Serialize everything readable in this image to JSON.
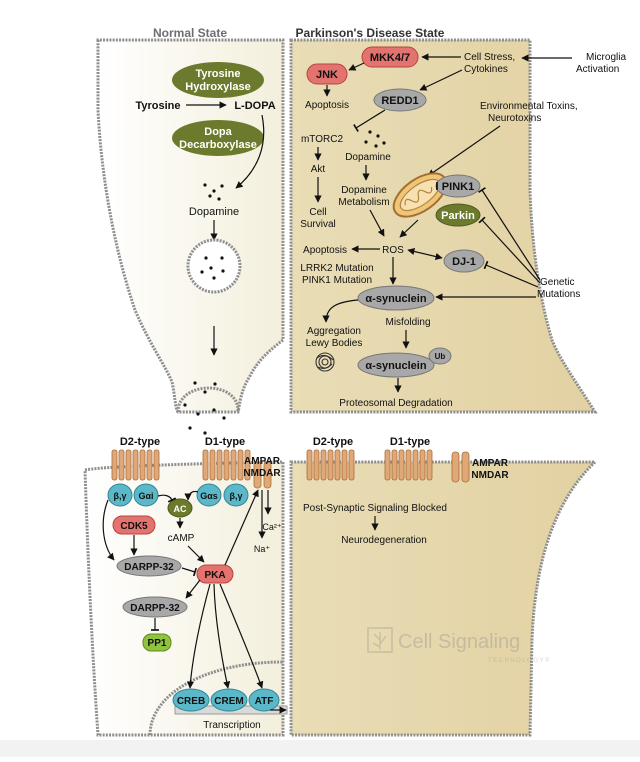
{
  "headers": {
    "normal": "Normal State",
    "pd": "Parkinson's Disease State"
  },
  "left": {
    "tyrosine_hydroxylase": [
      "Tyrosine",
      "Hydroxylase"
    ],
    "tyrosine": "Tyrosine",
    "ldopa": "L-DOPA",
    "dopa_decarboxylase": [
      "Dopa",
      "Decarboxylase"
    ],
    "dopamine": "Dopamine"
  },
  "right": {
    "mkk": "MKK4/7",
    "cell_stress": [
      "Cell Stress,",
      "Cytokines"
    ],
    "microglia": [
      "Microglia",
      "Activation"
    ],
    "jnk": "JNK",
    "apoptosis_top": "Apoptosis",
    "redd1": "REDD1",
    "env_toxins": [
      "Environmental Toxins,",
      "Neurotoxins"
    ],
    "mtorc2": "mTORC2",
    "dopamine": "Dopamine",
    "akt": "Akt",
    "dopamine_metabolism": [
      "Dopamine",
      "Metabolism"
    ],
    "pink1": "PINK1",
    "parkin": "Parkin",
    "cell_survival": [
      "Cell",
      "Survival"
    ],
    "apoptosis": "Apoptosis",
    "ros": "ROS",
    "dj1": "DJ-1",
    "genetic_mutations": [
      "Genetic",
      "Mutations"
    ],
    "lrrk2_mutation": [
      "LRRK2 Mutation",
      "PINK1 Mutation"
    ],
    "alpha_synuclein": "α-synuclein",
    "misfolding": "Misfolding",
    "aggregation": [
      "Aggregation",
      "Lewy Bodies"
    ],
    "alpha_synuclein_ub": "α-synuclein",
    "ub": "Ub",
    "proteosomal": "Proteosomal Degradation"
  },
  "post_left": {
    "d2_type": "D2-type",
    "d1_type": "D1-type",
    "ampar_nmdar": [
      "AMPAR",
      "NMDAR"
    ],
    "bg1": "β,γ",
    "gai": "Gαi",
    "ac": "AC",
    "gas": "Gαs",
    "bg2": "β,γ",
    "cdk5": "CDK5",
    "camp": "cAMP",
    "ca": "Ca²⁺",
    "na": "Na⁺",
    "darpp1": "DARPP-32",
    "pka": "PKA",
    "darpp2": "DARPP-32",
    "pp1": "PP1",
    "creb": "CREB",
    "crem": "CREM",
    "atf": "ATF",
    "transcription": "Transcription"
  },
  "post_right": {
    "d2_type": "D2-type",
    "d1_type": "D1-type",
    "ampar_nmdar": [
      "AMPAR",
      "NMDAR"
    ],
    "signaling_blocked": "Post-Synaptic Signaling Blocked",
    "neurodegeneration": "Neurodegeneration"
  },
  "watermark": {
    "name": "Cell Signaling",
    "sub": "TECHNOLOGY®"
  },
  "colors": {
    "normal_fill": "#f7f4e8",
    "pd_fill": "#e6d7ab",
    "membrane": "#888888",
    "olive": "#6b7a2c",
    "red": "#e3736f",
    "gray": "#a8a8a8",
    "teal": "#5bb8c8",
    "green": "#8fc23f",
    "receptor": "#e0a877"
  }
}
